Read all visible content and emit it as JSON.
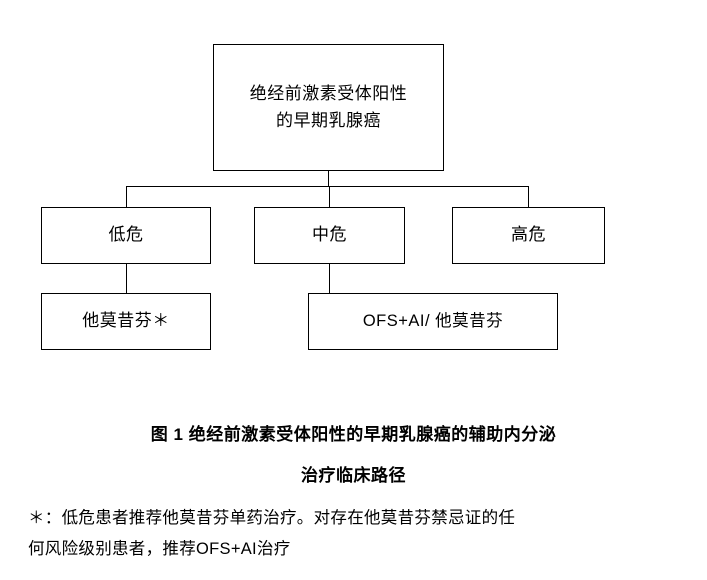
{
  "diagram": {
    "root": {
      "label": "绝经前激素受体阳性\n的早期乳腺癌",
      "line1": "绝经前激素受体阳性",
      "line2": "的早期乳腺癌"
    },
    "risk_levels": [
      {
        "id": "low",
        "label": "低危"
      },
      {
        "id": "mid",
        "label": "中危"
      },
      {
        "id": "high",
        "label": "高危"
      }
    ],
    "treatments": [
      {
        "id": "low-treatment",
        "label": "他莫昔芬＊",
        "for": "低危"
      },
      {
        "id": "mid-treatment",
        "label": "OFS+AI/ 他莫昔芬",
        "for": "中危"
      }
    ]
  },
  "caption": {
    "line1": "图 1    绝经前激素受体阳性的早期乳腺癌的辅助内分泌",
    "line2": "治疗临床路径"
  },
  "footnote": {
    "line1": "＊：低危患者推荐他莫昔芬单药治疗。对存在他莫昔芬禁忌证的任",
    "line2": "何风险级别患者，推荐OFS+AI治疗"
  },
  "colors": {
    "background": "#ffffff",
    "stroke": "#000000",
    "text": "#000000"
  }
}
